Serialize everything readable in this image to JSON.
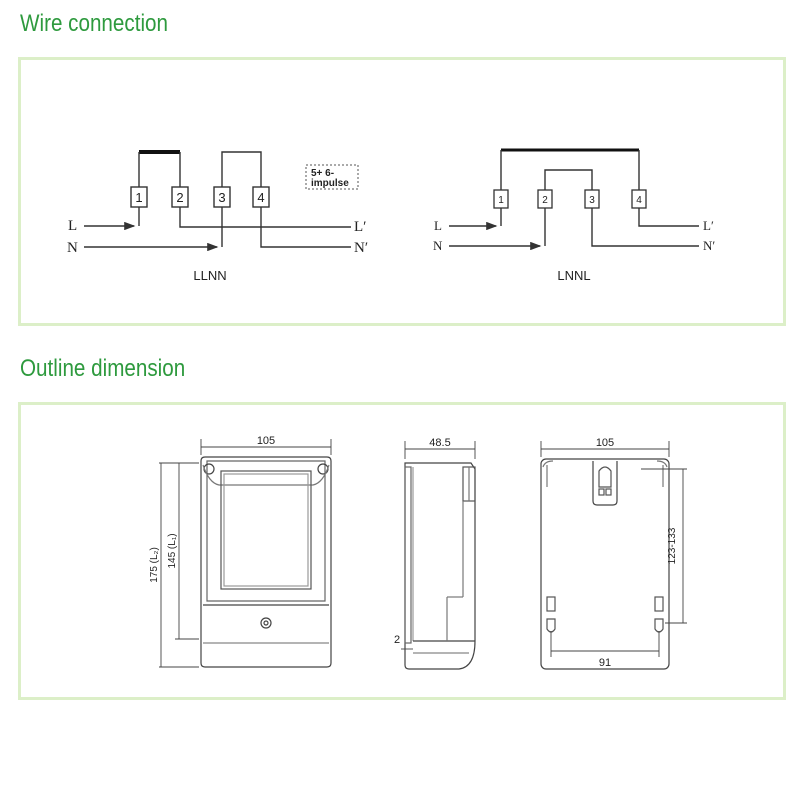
{
  "colors": {
    "accent": "#2e9a3e",
    "panel_border": "#dcefc8",
    "line": "#333333"
  },
  "wire_connection": {
    "title": "Wire connection",
    "impulse_label_line1": "5+ 6-",
    "impulse_label_line2": "impulse",
    "llnn": {
      "caption": "LLNN",
      "terminals": [
        "1",
        "2",
        "3",
        "4"
      ],
      "input_l": "L",
      "input_n": "N",
      "output_l": "L′",
      "output_n": "N′"
    },
    "lnnl": {
      "caption": "LNNL",
      "terminals": [
        "1",
        "2",
        "3",
        "4"
      ],
      "input_l": "L",
      "input_n": "N",
      "output_l": "L′",
      "output_n": "N′"
    }
  },
  "outline_dimension": {
    "title": "Outline dimension",
    "front": {
      "width": "105",
      "height_total": "175 (L₂)",
      "height_body": "145 (L₁)"
    },
    "side": {
      "depth": "48.5",
      "gap": "2"
    },
    "back": {
      "width": "105",
      "mount_height": "123-133",
      "mount_width": "91"
    }
  }
}
